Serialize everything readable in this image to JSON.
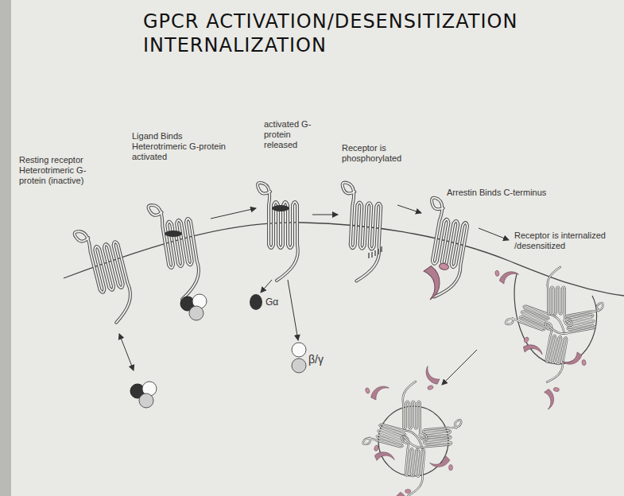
{
  "diagram": {
    "title": "GPCR ACTIVATION/DESENSITIZATION INTERNALIZATION",
    "labels": [
      "Resting receptor Heterotrimeric G-protein (inactive)",
      "Ligand Binds Heterotrimeric G-protein activated",
      "activated G-protein released",
      "Receptor is phosphorylated",
      "Arrestin Binds C-terminus",
      "Receptor is internalized /desensitized",
      "Gα",
      "β/γ"
    ]
  }
}
